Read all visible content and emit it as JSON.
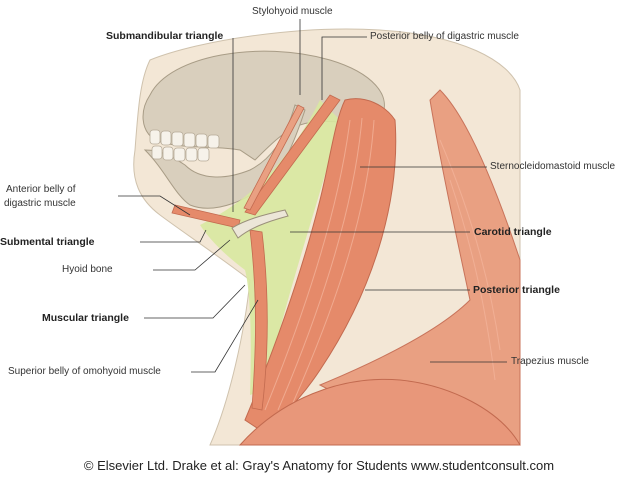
{
  "labels": {
    "stylohyoid": "Stylohyoid muscle",
    "submandibular_triangle": "Submandibular triangle",
    "posterior_belly_digastric": "Posterior belly of digastric muscle",
    "sternocleidomastoid": "Sternocleidomastoid muscle",
    "anterior_belly_digastric_line1": "Anterior belly of",
    "anterior_belly_digastric_line2": "digastric muscle",
    "submental_triangle": "Submental triangle",
    "carotid_triangle": "Carotid triangle",
    "hyoid_bone": "Hyoid bone",
    "posterior_triangle": "Posterior triangle",
    "muscular_triangle": "Muscular triangle",
    "superior_belly_omohyoid": "Superior belly of omohyoid muscle",
    "trapezius": "Trapezius muscle"
  },
  "footer": "© Elsevier Ltd. Drake et al: Gray's Anatomy for Students www.studentconsult.com",
  "colors": {
    "skin": "#f3e7d6",
    "bone": "#d9cfbd",
    "muscle": "#e58a6a",
    "muscle_light": "#f0b095",
    "triangle_fill": "#d8e8a0",
    "leader": "#333333"
  }
}
